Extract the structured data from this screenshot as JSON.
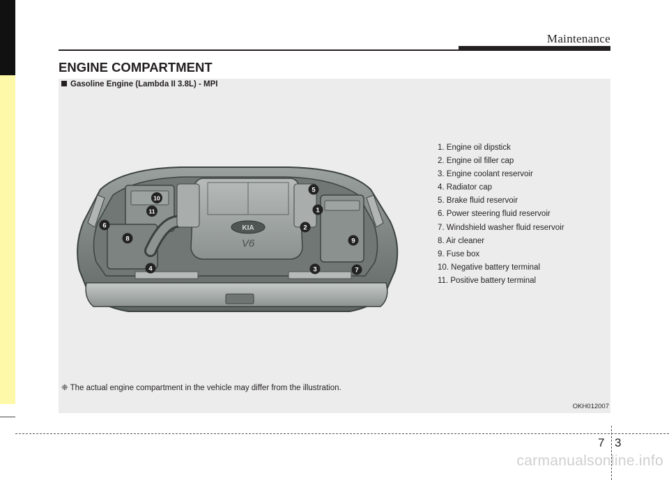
{
  "header": {
    "section_title": "Maintenance"
  },
  "page": {
    "heading": "ENGINE COMPARTMENT",
    "subheading": "Gasoline Engine (Lambda II 3.8L) - MPI",
    "parts": [
      "1. Engine oil dipstick",
      "2. Engine oil filler cap",
      "3. Engine coolant reservoir",
      "4. Radiator cap",
      "5. Brake fluid reservoir",
      "6. Power steering fluid reservoir",
      "7. Windshield washer fluid reservoir",
      "8. Air cleaner",
      "9. Fuse box",
      "10. Negative battery terminal",
      "11. Positive battery terminal"
    ],
    "footnote": "❈ The actual engine compartment in the vehicle may differ from the illustration.",
    "figure_code": "OKH012007"
  },
  "illustration": {
    "logo_text": "KIA",
    "cover_text": "V6",
    "callouts": [
      "1",
      "2",
      "3",
      "4",
      "5",
      "6",
      "7",
      "8",
      "9",
      "10",
      "11"
    ]
  },
  "footer": {
    "chapter": "7",
    "page": "3",
    "watermark": "carmanualsonline.info"
  },
  "colors": {
    "side_tab": "#fdf9a8",
    "panel": "#ececec",
    "text": "#231f20"
  }
}
